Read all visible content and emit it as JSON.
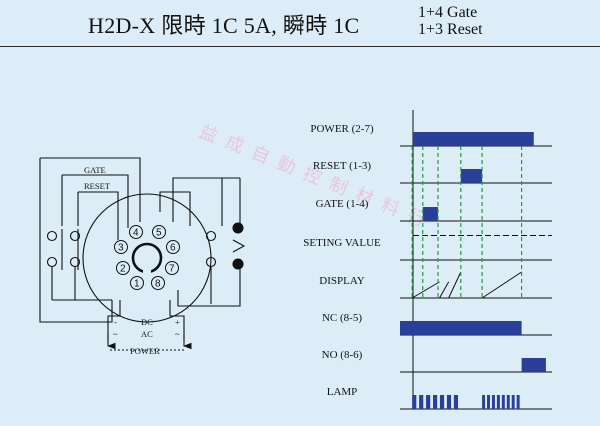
{
  "header": {
    "title": "H2D-X 限時 1C 5A, 瞬時 1C",
    "modes": [
      "1+4 Gate",
      "1+3 Reset"
    ]
  },
  "wiring": {
    "gate_label": "GATE",
    "reset_label": "RESET",
    "dc_label": "DC",
    "ac_label": "AC",
    "power_label": "POWER",
    "minus": "-",
    "plus": "+",
    "tilde": "~",
    "pins": [
      "1",
      "2",
      "3",
      "4",
      "5",
      "6",
      "7",
      "8"
    ]
  },
  "timing": {
    "signals": [
      {
        "label": "POWER (2-7)",
        "on": [
          [
            0.08,
            0.88
          ]
        ]
      },
      {
        "label": "RESET (1-3)",
        "on": [
          [
            0.4,
            0.54
          ]
        ]
      },
      {
        "label": "GATE (1-4)",
        "on": [
          [
            0.15,
            0.25
          ]
        ]
      },
      {
        "label": "SETING VALUE",
        "level": 0.72
      },
      {
        "label": "DISPLAY",
        "ramps": [
          [
            0.08,
            0.26,
            0.62
          ],
          [
            0.26,
            0.32,
            0.62
          ],
          [
            0.32,
            0.4,
            1.0
          ],
          [
            0.54,
            0.8,
            1.0
          ]
        ]
      },
      {
        "label": "NC (8-5)",
        "on": [
          [
            0.0,
            0.8
          ]
        ]
      },
      {
        "label": "NO (8-6)",
        "on": [
          [
            0.8,
            0.96
          ]
        ]
      },
      {
        "label": "LAMP",
        "pulses": [
          [
            0.08,
            0.4
          ],
          [
            0.54,
            0.8
          ]
        ],
        "pulse_count": [
          7,
          8
        ]
      }
    ],
    "markers": [
      0.08,
      0.15,
      0.25,
      0.4,
      0.54,
      0.8
    ]
  },
  "watermark": "益成自動控制材料行",
  "colors": {
    "background": "#dcedf8",
    "bar": "#2a3f9a",
    "marker": "#1f9e3a",
    "line": "#111111"
  }
}
